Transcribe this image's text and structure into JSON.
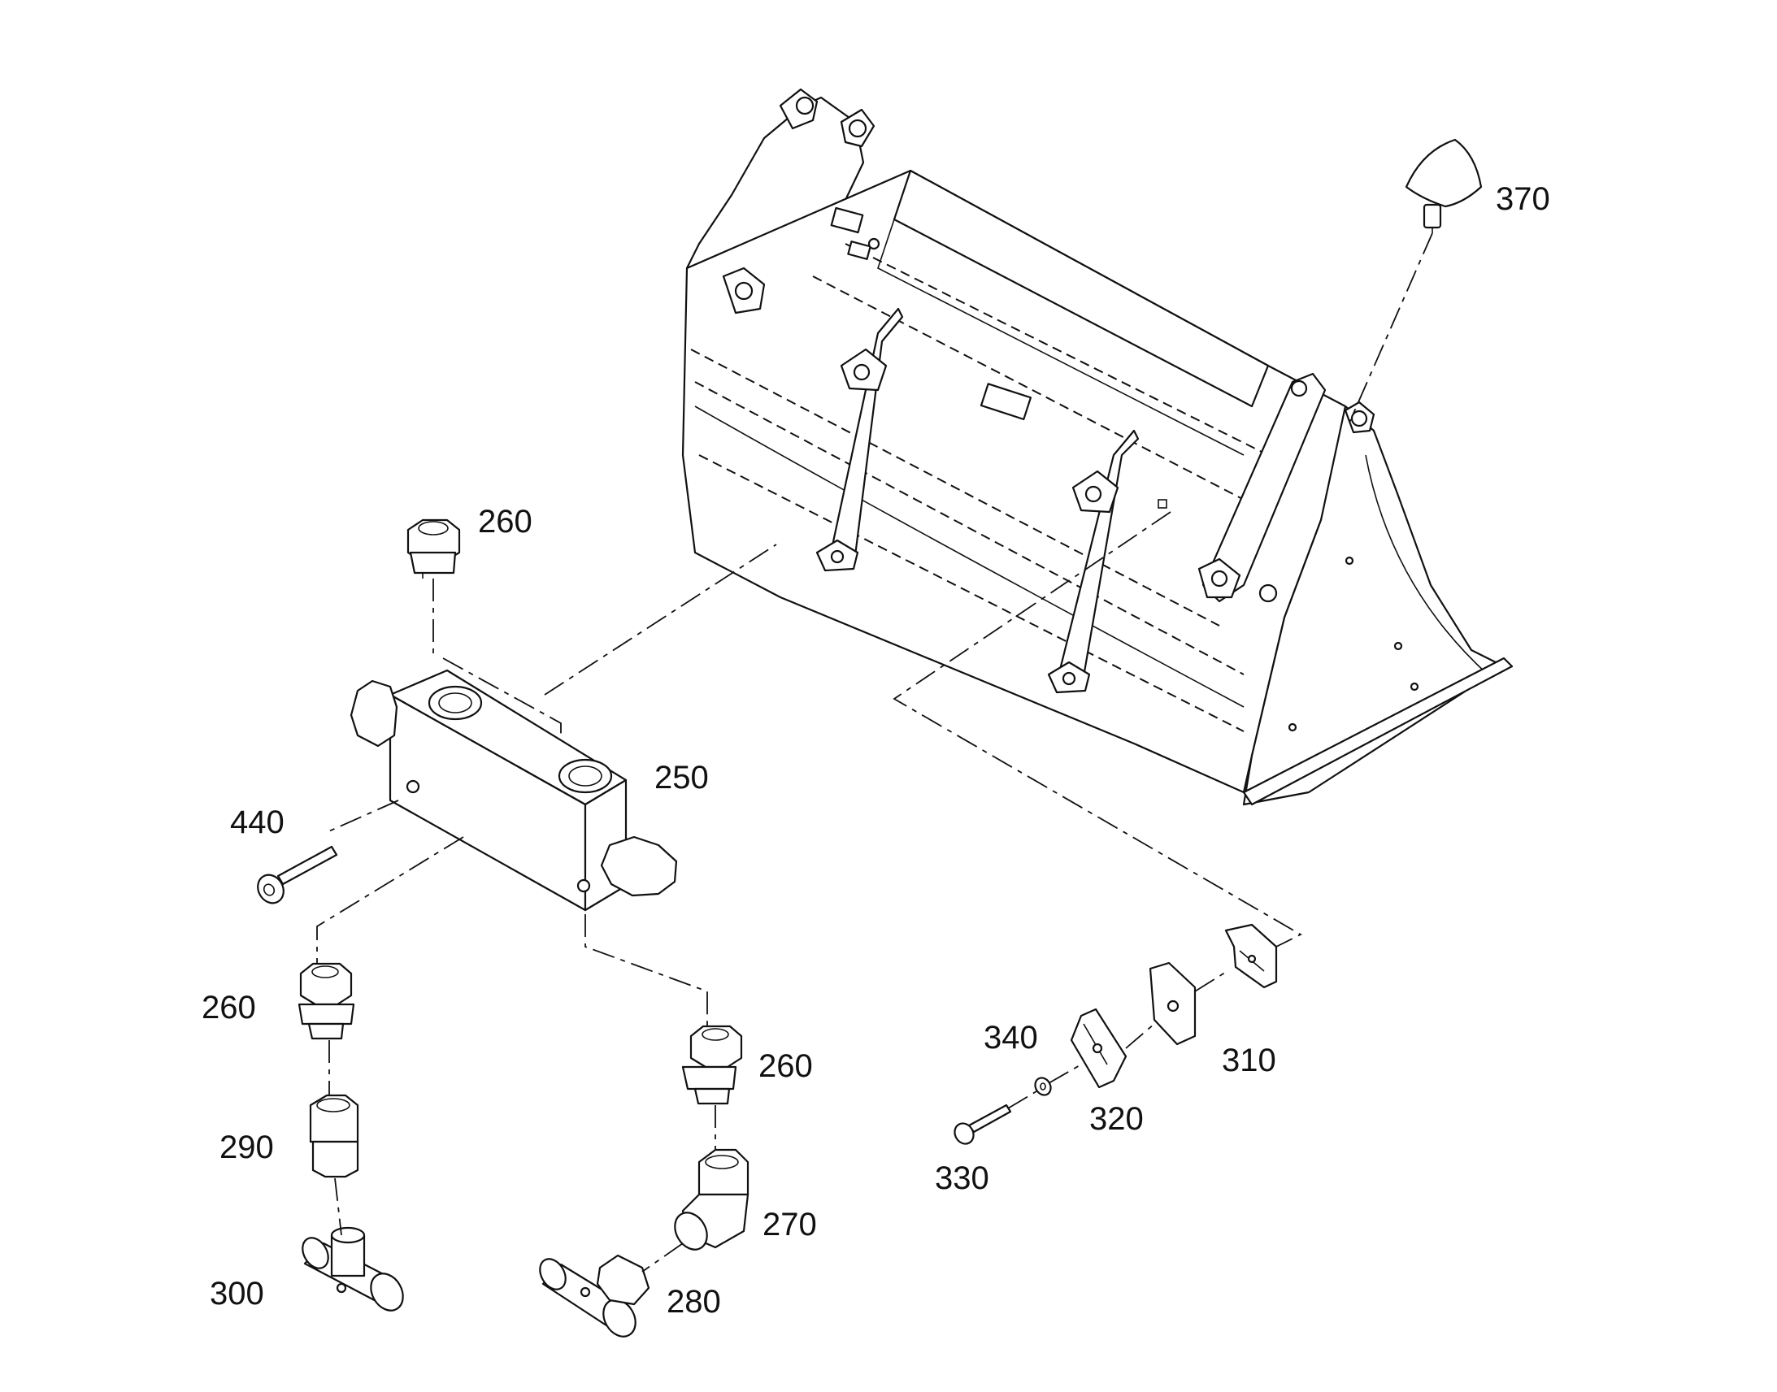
{
  "callouts": {
    "p370": "370",
    "p260_top": "260",
    "p250": "250",
    "p440": "440",
    "p260_left": "260",
    "p260_right": "260",
    "p290": "290",
    "p300": "300",
    "p270": "270",
    "p280": "280",
    "p340": "340",
    "p310": "310",
    "p320": "320",
    "p330": "330"
  }
}
